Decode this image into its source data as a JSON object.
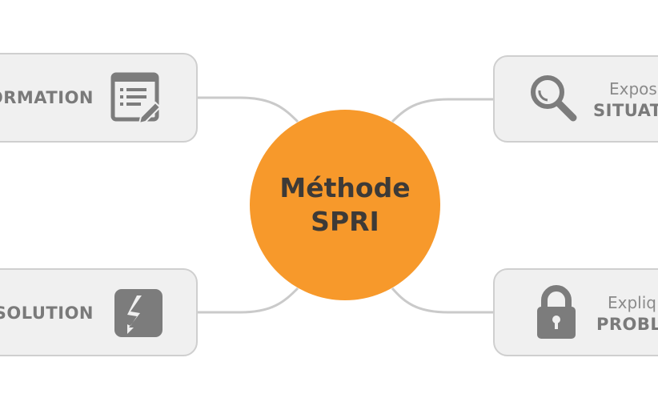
{
  "center": {
    "line1": "Méthode",
    "line2": "SPRI",
    "color": "#f7992b"
  },
  "nodes": {
    "top_left": {
      "label": "ORMATION",
      "icon": "form-edit-icon"
    },
    "bottom_left": {
      "label": "SOLUTION",
      "icon": "lightning-icon"
    },
    "top_right": {
      "sub": "Expos",
      "label": "SITUAT",
      "icon": "magnifier-icon"
    },
    "bottom_right": {
      "sub": "Expliq",
      "label": "PROBL",
      "icon": "padlock-icon"
    }
  }
}
